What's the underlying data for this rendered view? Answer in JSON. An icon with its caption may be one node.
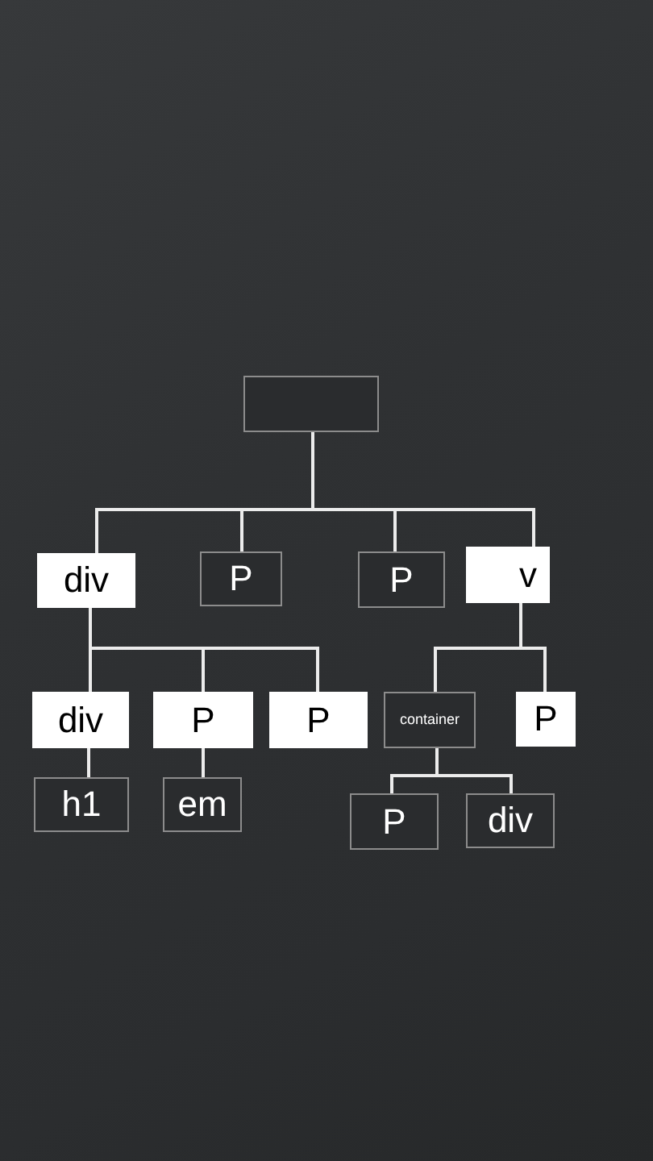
{
  "diagram": {
    "nodes": [
      {
        "text": [],
        "shape": "box"
      },
      {
        "text": [
          "div"
        ]
      },
      {
        "text": [
          "P"
        ]
      },
      {
        "text": [
          "P"
        ]
      },
      {
        "text": [
          "v"
        ]
      },
      {
        "text": [
          "div"
        ]
      },
      {
        "text": [
          "P"
        ]
      },
      {
        "text": [
          "P"
        ]
      },
      {
        "text": [
          "container"
        ]
      },
      {
        "text": [
          "P"
        ]
      },
      {
        "text": [
          "h1"
        ]
      },
      {
        "text": [
          "em"
        ]
      },
      {
        "text": [
          "P"
        ]
      },
      {
        "text": [
          "div"
        ]
      }
    ],
    "edges": [
      {
        "from": 0,
        "to": 1,
        "arrow": "none"
      },
      {
        "from": 0,
        "to": 2,
        "arrow": "none"
      },
      {
        "from": 0,
        "to": 3,
        "arrow": "none"
      },
      {
        "from": 0,
        "to": 4,
        "arrow": "none"
      },
      {
        "from": 1,
        "to": 5,
        "arrow": "none"
      },
      {
        "from": 1,
        "to": 6,
        "arrow": "none"
      },
      {
        "from": 1,
        "to": 7,
        "arrow": "none"
      },
      {
        "from": 4,
        "to": 8,
        "arrow": "none"
      },
      {
        "from": 4,
        "to": 9,
        "arrow": "none"
      },
      {
        "from": 5,
        "to": 10,
        "arrow": "none"
      },
      {
        "from": 6,
        "to": 11,
        "arrow": "none"
      },
      {
        "from": 8,
        "to": 12,
        "arrow": "none"
      },
      {
        "from": 8,
        "to": 13,
        "arrow": "none"
      }
    ]
  }
}
